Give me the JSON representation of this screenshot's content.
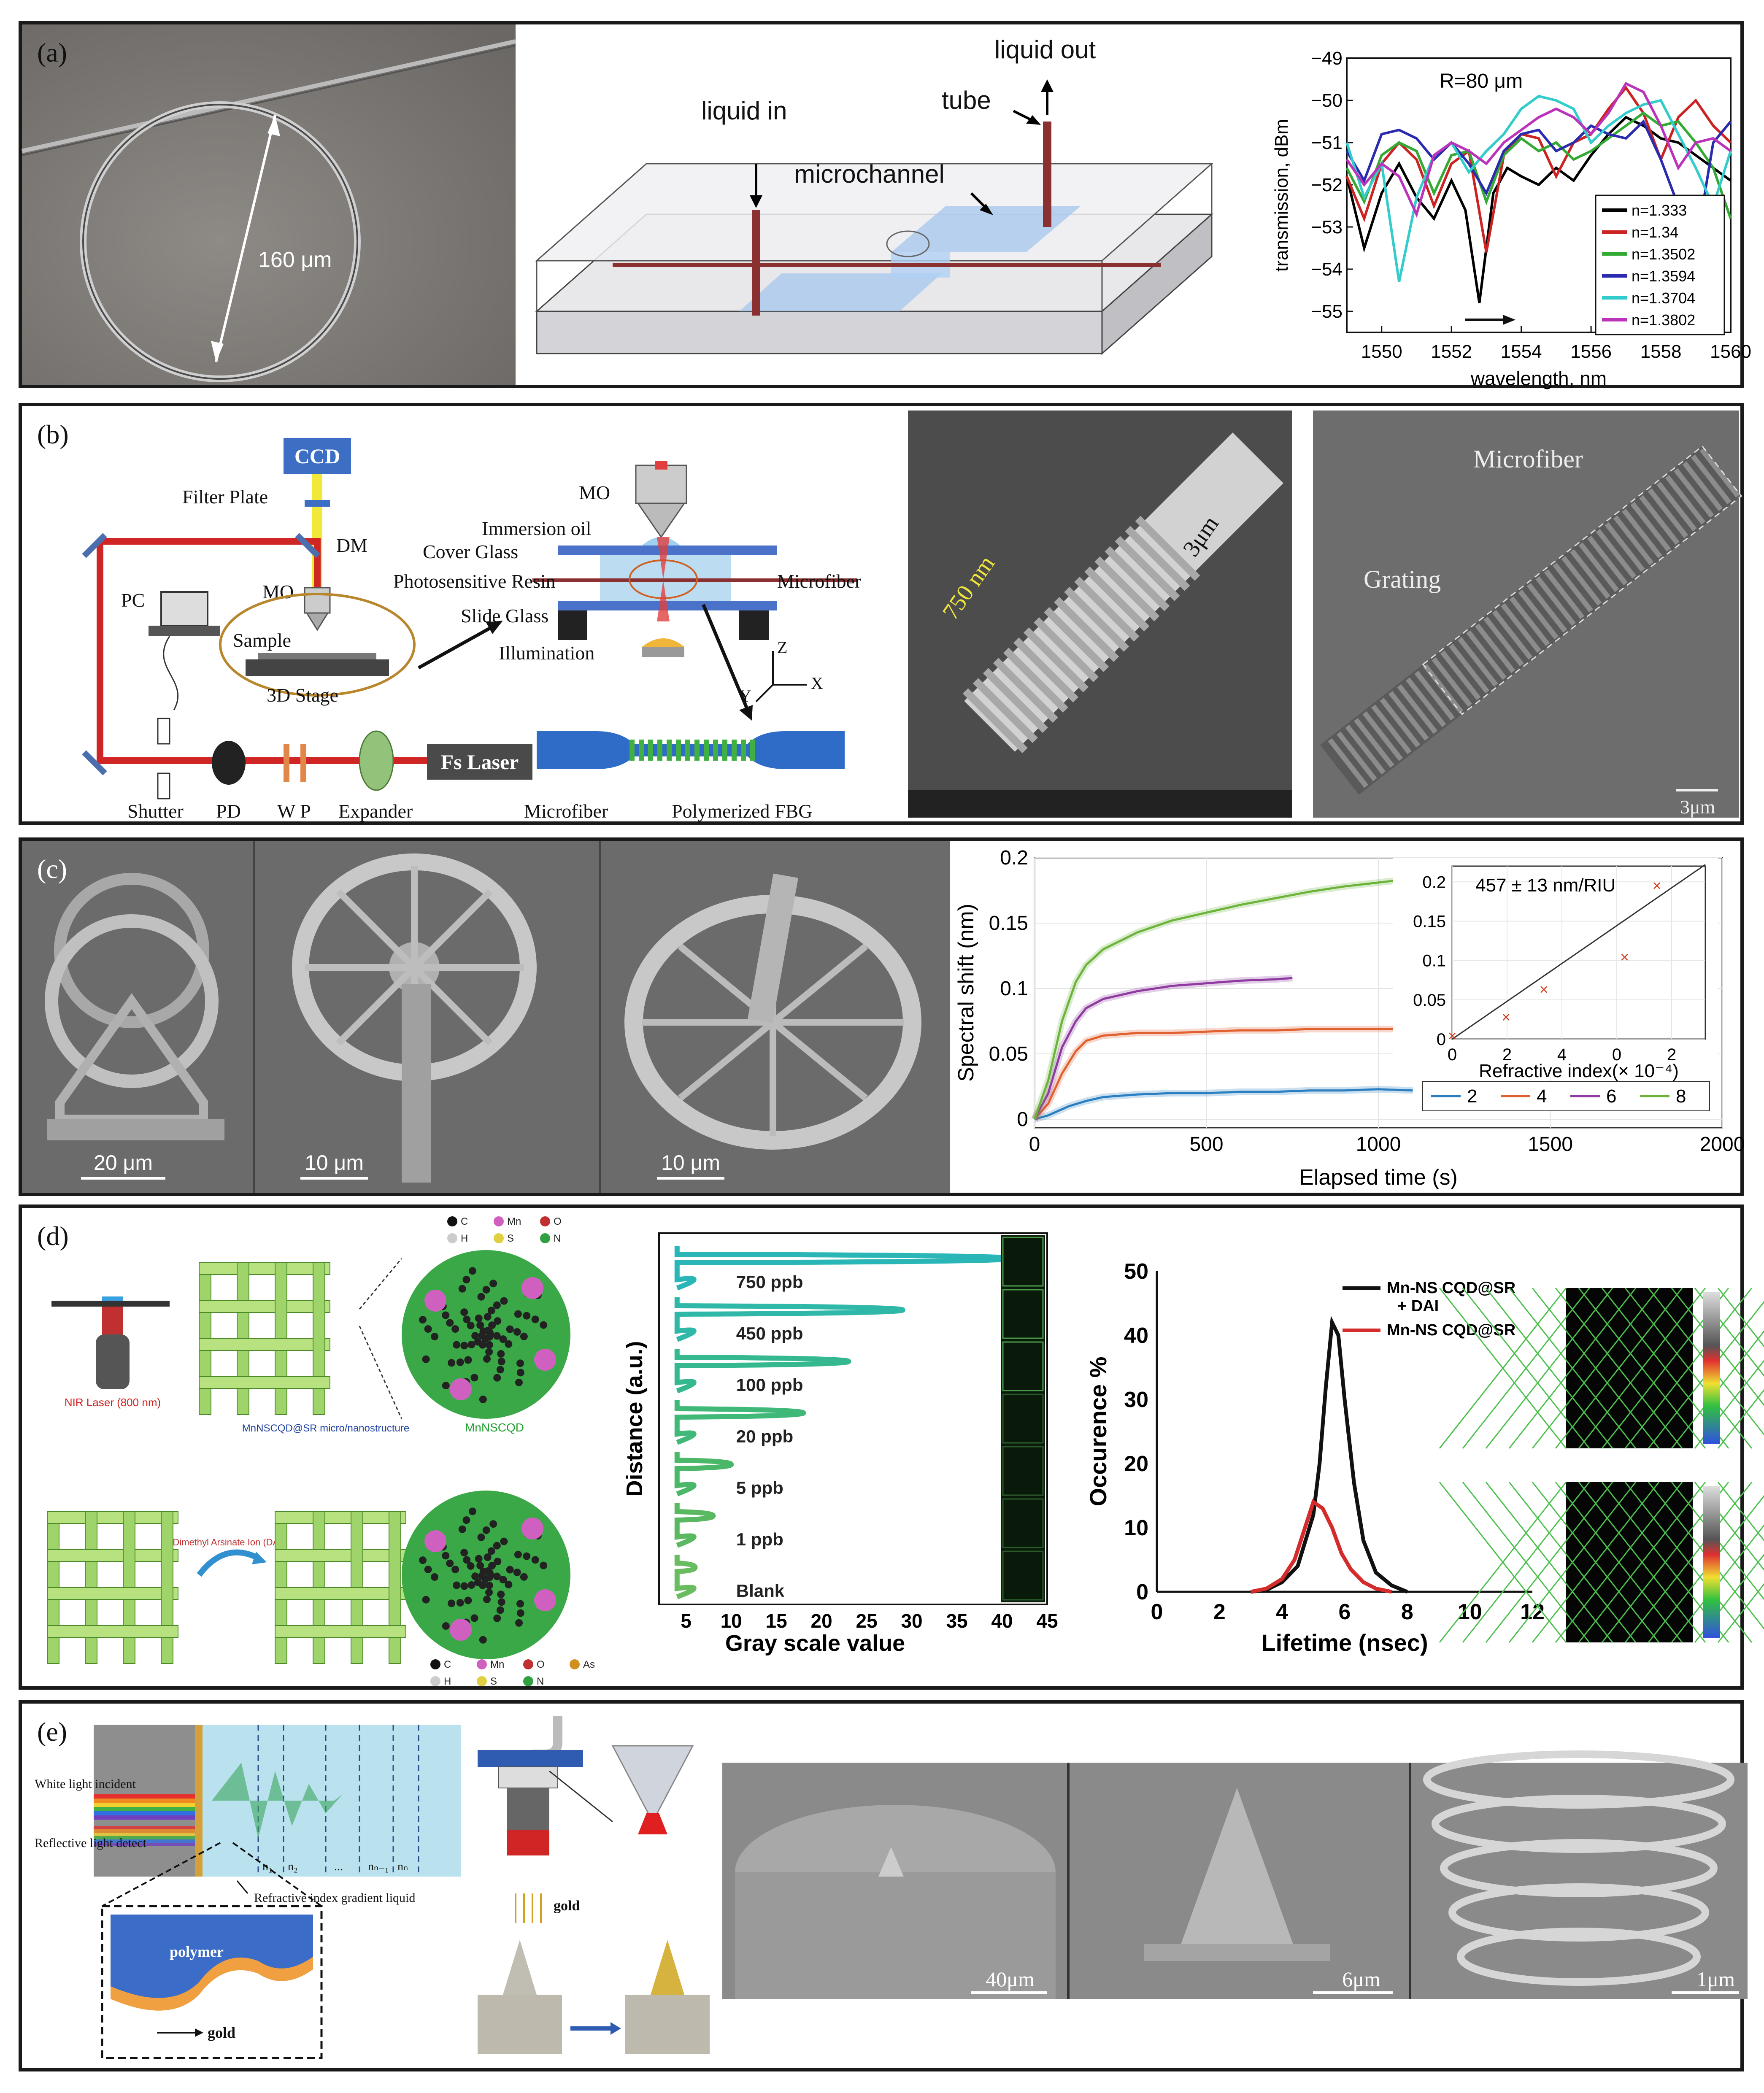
{
  "panels": {
    "a": "(a)",
    "b": "(b)",
    "c": "(c)",
    "d": "(d)",
    "e": "(e)"
  },
  "panel_a": {
    "ring_diameter": "160 μm",
    "labels": {
      "liquid_in": "liquid in",
      "liquid_out": "liquid out",
      "tube": "tube",
      "microchannel": "microchannel"
    }
  },
  "panel_b": {
    "setup": {
      "ccd": "CCD",
      "filter_plate": "Filter Plate",
      "dm": "DM",
      "mo": "MO",
      "pc": "PC",
      "sample": "Sample",
      "stage": "3D Stage",
      "shutter": "Shutter",
      "pd": "PD",
      "wp": "W P",
      "expander": "Expander",
      "fs_laser": "Fs Laser"
    },
    "detail": {
      "mo": "MO",
      "immersion_oil": "Immersion oil",
      "cover_glass": "Cover Glass",
      "resin": "Photosensitive Resin",
      "microfiber": "Microfiber",
      "slide_glass": "Slide Glass",
      "illumination": "Illumination",
      "axis_z": "Z",
      "axis_x": "X",
      "axis_y": "Y"
    },
    "fbg": {
      "microfiber": "Microfiber",
      "polymerized": "Polymerized FBG"
    },
    "sem1": {
      "pitch": "750 nm",
      "diameter": "3μm"
    },
    "sem2": {
      "microfiber": "Microfiber",
      "grating": "Grating",
      "scale": "3μm"
    }
  },
  "panel_c": {
    "scales": [
      "20 μm",
      "10 μm",
      "10 μm"
    ]
  },
  "panel_d": {
    "atoms_top": [
      "C",
      "Mn",
      "O",
      "H",
      "S",
      "N"
    ],
    "atoms_bottom": [
      "C",
      "Mn",
      "O",
      "As",
      "H",
      "S",
      "N"
    ],
    "laser": "NIR Laser (800 nm)",
    "struct_label": "MnNSCQD@SR micro/nanostructure",
    "sphere_label": "MnNSCQD",
    "dai": "Dimethyl Arsinate Ion (DAI)",
    "lifetime_map_labels": [
      "",
      ""
    ]
  },
  "panel_e": {
    "white_light": "White light incident",
    "reflective": "Reflective light detect",
    "ri_liquid": "Refractive index gradient liquid",
    "polymer": "polymer",
    "gold_arrow": "gold",
    "gold_top": "gold",
    "n_labels": [
      "n₁",
      "n₂",
      "...",
      "nₙ₋₁",
      "nₙ"
    ],
    "scales": [
      "40μm",
      "6μm",
      "1μm"
    ]
  },
  "chart_data": [
    {
      "id": "a",
      "type": "line",
      "title": "R=80 μm",
      "xlabel": "wavelength, nm",
      "ylabel": "transmission, dBm",
      "xlim": [
        1549,
        1560
      ],
      "ylim": [
        -55.5,
        -49
      ],
      "xticks": [
        1550,
        1552,
        1554,
        1556,
        1558,
        1560
      ],
      "yticks": [
        -49,
        -50,
        -51,
        -52,
        -53,
        -54,
        -55
      ],
      "legend": "bottom-right",
      "series": [
        {
          "name": "n=1.333",
          "color": "#000000",
          "x": [
            1549,
            1549.5,
            1550,
            1550.5,
            1551,
            1551.5,
            1552,
            1552.4,
            1552.8,
            1553.2,
            1553.6,
            1554,
            1554.5,
            1555,
            1555.5,
            1556,
            1556.5,
            1557,
            1557.5,
            1558,
            1558.5,
            1559,
            1559.5,
            1560
          ],
          "y": [
            -51.8,
            -53.5,
            -52.2,
            -51.5,
            -52.3,
            -52.8,
            -51.9,
            -52.6,
            -54.8,
            -52.2,
            -51.6,
            -51.8,
            -52.0,
            -51.6,
            -51.9,
            -51.3,
            -50.8,
            -50.4,
            -50.6,
            -50.9,
            -51.0,
            -51.3,
            -51.6,
            -51.9
          ]
        },
        {
          "name": "n=1.34",
          "color": "#cc2222",
          "x": [
            1549,
            1549.5,
            1550,
            1550.5,
            1551,
            1551.5,
            1552,
            1552.5,
            1553,
            1553.5,
            1554,
            1554.5,
            1555,
            1555.5,
            1556,
            1556.5,
            1557,
            1557.5,
            1558,
            1558.5,
            1559,
            1559.5,
            1560
          ],
          "y": [
            -51.8,
            -52.8,
            -51.5,
            -51.0,
            -51.4,
            -52.5,
            -51.5,
            -51.2,
            -53.6,
            -51.3,
            -50.8,
            -50.9,
            -51.8,
            -51.0,
            -50.8,
            -50.2,
            -49.7,
            -50.3,
            -51.4,
            -50.4,
            -50.0,
            -50.6,
            -51.0
          ]
        },
        {
          "name": "n=1.3502",
          "color": "#33aa33",
          "x": [
            1549,
            1549.5,
            1550,
            1550.5,
            1551,
            1551.5,
            1552,
            1552.5,
            1553,
            1553.5,
            1554,
            1554.5,
            1555,
            1555.5,
            1556,
            1556.5,
            1557,
            1557.5,
            1558,
            1558.5,
            1559,
            1559.5,
            1560
          ],
          "y": [
            -51.6,
            -52.4,
            -51.3,
            -51.0,
            -51.2,
            -52.2,
            -51.3,
            -51.2,
            -52.4,
            -51.3,
            -50.9,
            -51.2,
            -51.0,
            -51.4,
            -51.2,
            -50.9,
            -50.6,
            -50.3,
            -50.6,
            -50.5,
            -51.0,
            -51.6,
            -52.8
          ]
        },
        {
          "name": "n=1.3594",
          "color": "#2b2bb0",
          "x": [
            1549,
            1549.5,
            1550,
            1550.5,
            1551,
            1551.5,
            1552,
            1552.5,
            1553,
            1553.5,
            1554,
            1554.5,
            1555,
            1555.5,
            1556,
            1556.5,
            1557,
            1557.5,
            1558,
            1558.5,
            1559,
            1559.5,
            1560
          ],
          "y": [
            -51.2,
            -51.9,
            -50.8,
            -50.7,
            -50.9,
            -51.4,
            -51.0,
            -51.5,
            -52.2,
            -51.2,
            -50.8,
            -50.7,
            -51.2,
            -51.0,
            -50.6,
            -50.8,
            -50.9,
            -50.5,
            -51.4,
            -52.5,
            -53.5,
            -51.0,
            -50.5
          ]
        },
        {
          "name": "n=1.3704",
          "color": "#33cccc",
          "x": [
            1549,
            1549.5,
            1550,
            1550.5,
            1551,
            1551.5,
            1552,
            1552.5,
            1553,
            1553.5,
            1554,
            1554.5,
            1555,
            1555.5,
            1556,
            1556.5,
            1557,
            1557.5,
            1558,
            1558.5,
            1559,
            1559.5,
            1560
          ],
          "y": [
            -51.0,
            -52.3,
            -51.5,
            -54.3,
            -52.3,
            -51.3,
            -51.0,
            -51.7,
            -51.2,
            -50.8,
            -50.2,
            -49.9,
            -50.0,
            -50.2,
            -51.0,
            -50.6,
            -50.3,
            -50.1,
            -50.0,
            -50.8,
            -51.6,
            -52.5,
            -51.2
          ]
        },
        {
          "name": "n=1.3802",
          "color": "#bb33bb",
          "x": [
            1549,
            1549.5,
            1550,
            1550.5,
            1551,
            1551.5,
            1552,
            1552.5,
            1553,
            1553.5,
            1554,
            1554.5,
            1555,
            1555.5,
            1556,
            1556.5,
            1557,
            1557.5,
            1558,
            1558.5,
            1559,
            1559.5,
            1560
          ],
          "y": [
            -51.4,
            -52.0,
            -51.5,
            -51.8,
            -52.7,
            -51.3,
            -51.0,
            -51.2,
            -51.5,
            -51.0,
            -50.7,
            -50.4,
            -50.2,
            -50.4,
            -50.8,
            -50.3,
            -49.6,
            -49.8,
            -50.6,
            -51.6,
            -51.0,
            -50.9,
            -51.2
          ]
        }
      ]
    },
    {
      "id": "c",
      "type": "line",
      "xlabel": "Elapsed time (s)",
      "ylabel": "Spectral shift (nm)",
      "xlim": [
        0,
        2000
      ],
      "ylim": [
        -0.005,
        0.2
      ],
      "xticks": [
        0,
        500,
        1000,
        1500,
        2000
      ],
      "yticks": [
        0,
        0.05,
        0.1,
        0.15,
        0.2
      ],
      "legend": "bottom-right",
      "series": [
        {
          "name": "2",
          "color": "#2b7fc0",
          "x": [
            0,
            40,
            100,
            150,
            200,
            300,
            400,
            500,
            600,
            700,
            800,
            900,
            1000,
            1100
          ],
          "y": [
            0,
            0.003,
            0.01,
            0.014,
            0.017,
            0.019,
            0.02,
            0.02,
            0.021,
            0.021,
            0.022,
            0.022,
            0.023,
            0.022
          ]
        },
        {
          "name": "4",
          "color": "#e06030",
          "x": [
            0,
            40,
            80,
            120,
            150,
            200,
            300,
            400,
            500,
            600,
            700,
            800,
            900,
            1000,
            1100,
            1150
          ],
          "y": [
            0,
            0.012,
            0.035,
            0.052,
            0.06,
            0.064,
            0.066,
            0.066,
            0.067,
            0.068,
            0.068,
            0.069,
            0.069,
            0.069,
            0.069,
            0.069
          ]
        },
        {
          "name": "6",
          "color": "#8e3aa0",
          "x": [
            0,
            40,
            80,
            120,
            150,
            200,
            300,
            400,
            500,
            600,
            700,
            750
          ],
          "y": [
            0,
            0.02,
            0.055,
            0.075,
            0.085,
            0.092,
            0.098,
            0.102,
            0.104,
            0.106,
            0.107,
            0.108
          ]
        },
        {
          "name": "8",
          "color": "#6cb33a",
          "x": [
            0,
            40,
            80,
            120,
            150,
            200,
            300,
            400,
            500,
            600,
            700,
            800,
            900,
            1000,
            1100,
            1200,
            1300,
            1400,
            1500
          ],
          "y": [
            0,
            0.03,
            0.075,
            0.105,
            0.118,
            0.13,
            0.143,
            0.152,
            0.158,
            0.164,
            0.169,
            0.174,
            0.178,
            0.181,
            0.184,
            0.186,
            0.188,
            0.19,
            0.192
          ]
        }
      ],
      "inset": {
        "annotation": "457 ± 13 nm/RIU",
        "xlabel": "Refractive index(× 10⁻⁴)",
        "xlim": [
          0,
          4.7
        ],
        "ylim": [
          0,
          0.22
        ],
        "xticks": [
          0,
          2,
          4,
          2
        ],
        "xtick_labels": [
          "0",
          "2",
          "4",
          "0",
          "2"
        ],
        "yticks": [
          0,
          0.05,
          0.1,
          0.15,
          0.2
        ],
        "points": {
          "x": [
            0,
            1,
            1.7,
            3.2,
            3.8
          ],
          "y": [
            0.004,
            0.028,
            0.063,
            0.104,
            0.195
          ]
        }
      }
    },
    {
      "id": "d1",
      "type": "line",
      "xlabel": "Gray scale value",
      "ylabel": "Distance (a.u.)",
      "xlim": [
        2,
        45
      ],
      "xticks": [
        5,
        10,
        15,
        20,
        25,
        30,
        35,
        40,
        45
      ],
      "series": [
        {
          "name": "750 ppb",
          "peak": 41
        },
        {
          "name": "450 ppb",
          "peak": 29
        },
        {
          "name": "100 ppb",
          "peak": 23
        },
        {
          "name": "20 ppb",
          "peak": 18
        },
        {
          "name": "5 ppb",
          "peak": 10
        },
        {
          "name": "1 ppb",
          "peak": 8
        },
        {
          "name": "Blank",
          "peak": 6
        }
      ],
      "row_labels": [
        "750 ppb",
        "450 ppb",
        "100 ppb",
        "20 ppb",
        "5 ppb",
        "1 ppb",
        "Blank"
      ]
    },
    {
      "id": "d2",
      "type": "line",
      "xlabel": "Lifetime (nsec)",
      "ylabel": "Occurence %",
      "xlim": [
        0,
        12
      ],
      "ylim": [
        0,
        50
      ],
      "xticks": [
        0,
        2,
        4,
        6,
        8,
        10,
        12
      ],
      "yticks": [
        0,
        10,
        20,
        30,
        40,
        50
      ],
      "legend": "top-right",
      "series": [
        {
          "name": "Mn-NS CQD@SR + DAI",
          "color": "#111111",
          "x": [
            3,
            3.5,
            4,
            4.5,
            5,
            5.2,
            5.4,
            5.6,
            5.8,
            6,
            6.3,
            6.6,
            7,
            7.5,
            8
          ],
          "y": [
            0,
            0.3,
            1.5,
            4,
            12,
            20,
            32,
            42,
            40,
            30,
            17,
            8,
            3,
            1,
            0
          ]
        },
        {
          "name": "Mn-NS CQD@SR",
          "color": "#d42b2b",
          "x": [
            3,
            3.5,
            4,
            4.4,
            4.8,
            5,
            5.3,
            5.6,
            5.9,
            6.2,
            6.6,
            7,
            7.5
          ],
          "y": [
            0,
            0.5,
            2,
            5,
            11,
            14,
            13,
            10,
            6,
            3.5,
            1.5,
            0.5,
            0
          ]
        }
      ]
    }
  ]
}
